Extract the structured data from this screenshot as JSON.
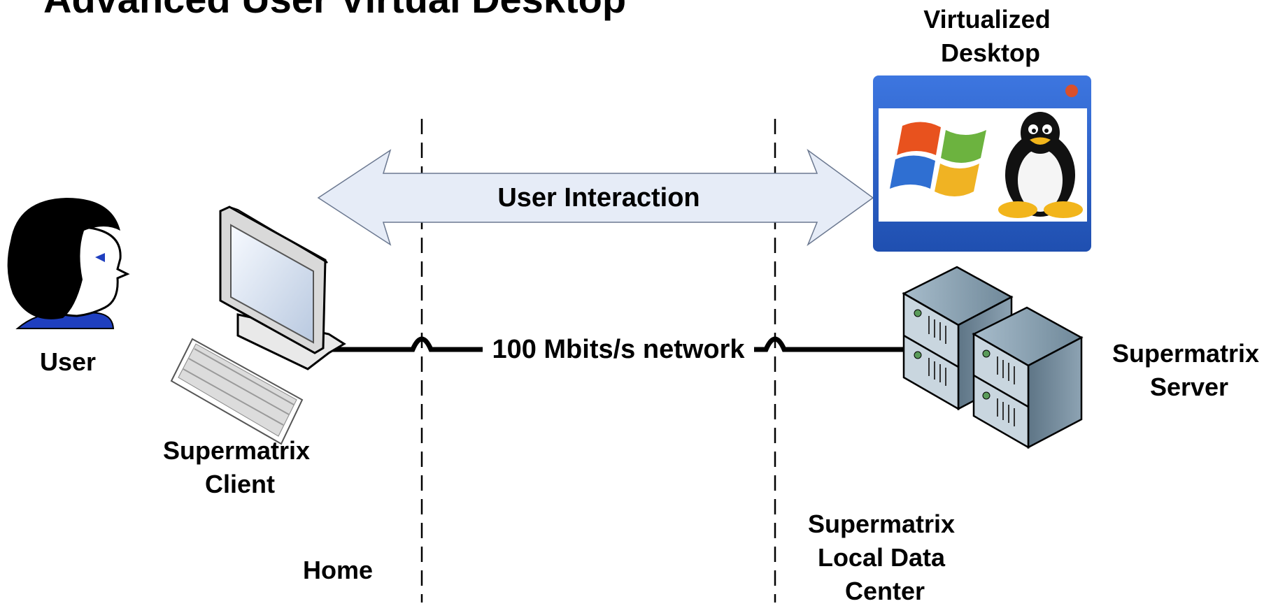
{
  "diagram": {
    "title": "Advanced User Virtual Desktop",
    "arrow_label": "User Interaction",
    "network_label": "100 Mbits/s network",
    "user_label": "User",
    "client_label": [
      "Supermatrix",
      "Client"
    ],
    "server_label": [
      "Supermatrix",
      "Server"
    ],
    "desktop_label": [
      "Virtualized",
      "Desktop"
    ],
    "home_label": "Home",
    "datacenter_label": [
      "Supermatrix",
      "Local Data",
      "Center"
    ],
    "icons": [
      "user-icon",
      "monitor-icon",
      "keyboard-icon",
      "server-rack-icon",
      "windows-logo-icon",
      "linux-penguin-icon"
    ],
    "colors": {
      "arrow_fill": "#e6ecf7",
      "arrow_stroke": "#6b7890",
      "user_shirt": "#1f3fbf",
      "server_body": "#7f97a8",
      "window_frame": "#2f62c9"
    }
  }
}
